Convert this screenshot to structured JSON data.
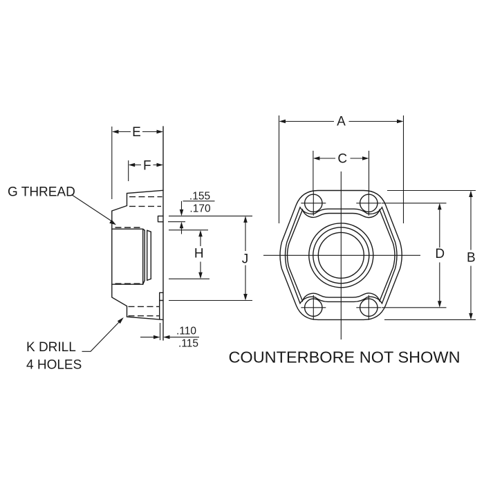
{
  "drawing": {
    "note": "COUNTERBORE NOT SHOWN",
    "side_view": {
      "thread_label": "G THREAD",
      "drill_label_line1": "K DRILL",
      "drill_label_line2": "4 HOLES",
      "dim_e": "E",
      "dim_f": "F",
      "dim_h": "H",
      "dim_j": "J",
      "dim_groove_upper": ".155",
      "dim_groove_lower": ".170",
      "dim_face_upper": ".110",
      "dim_face_lower": ".115"
    },
    "front_view": {
      "dim_a": "A",
      "dim_b": "B",
      "dim_c": "C",
      "dim_d": "D"
    }
  },
  "colors": {
    "ink": "#1a1a1a",
    "background": "#ffffff"
  }
}
